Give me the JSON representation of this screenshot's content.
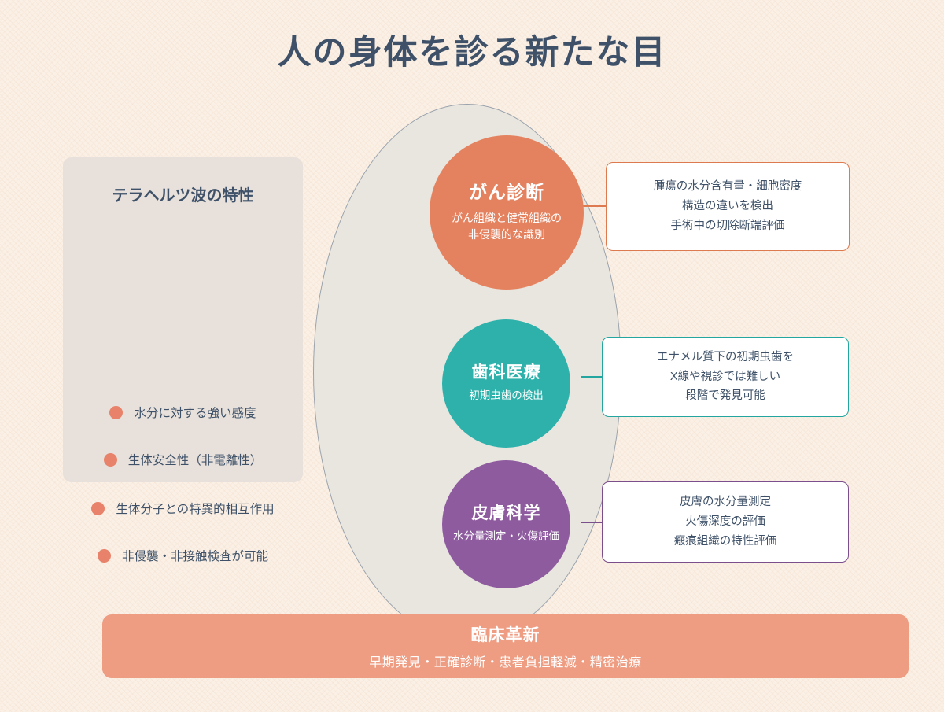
{
  "page": {
    "title": "人の身体を診る新たな目",
    "background_color": "#FBF0E5",
    "title_color": "#3E5168"
  },
  "properties_panel": {
    "title": "テラヘルツ波の特性",
    "background_color": "#E7E0DB",
    "bullet_color": "#E9826A",
    "items": [
      {
        "label": "水分に対する強い感度"
      },
      {
        "label": "生体安全性（非電離性）"
      },
      {
        "label": "生体分子との特異的相互作用"
      },
      {
        "label": "非侵襲・非接触検査が可能"
      }
    ]
  },
  "core": {
    "ellipse_fill": "#E9E6E0",
    "ellipse_stroke": "#9AA2AC"
  },
  "domains": [
    {
      "title": "がん診断",
      "subtitle": "がん組織と健常組織の\n非侵襲的な識別",
      "color": "#E4825F",
      "detail": "腫瘍の水分含有量・細胞密度\n構造の違いを検出\n手術中の切除断端評価",
      "detail_border": "#DD7A50"
    },
    {
      "title": "歯科医療",
      "subtitle": "初期虫歯の検出",
      "color": "#2EB1AB",
      "detail": "エナメル質下の初期虫歯を\nX線や視診では難しい\n段階で発見可能",
      "detail_border": "#23A6A0"
    },
    {
      "title": "皮膚科学",
      "subtitle": "水分量測定・火傷評価",
      "color": "#8E5B9F",
      "detail": "皮膚の水分量測定\n火傷深度の評価\n瘢痕組織の特性評価",
      "detail_border": "#7B4F8C"
    }
  ],
  "banner": {
    "title": "臨床革新",
    "subtitle": "早期発見・正確診断・患者負担軽減・精密治療",
    "background_color": "#EE9C82"
  }
}
